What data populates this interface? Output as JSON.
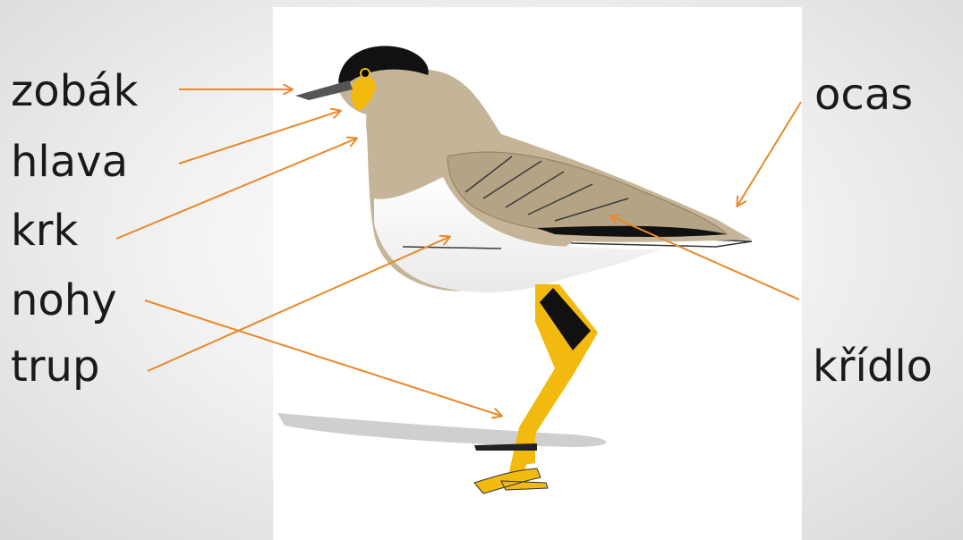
{
  "labels": {
    "zobak": "zobák",
    "hlava": "hlava",
    "krk": "krk",
    "nohy": "nohy",
    "trup": "trup",
    "ocas": "ocas",
    "kridlo": "křídlo"
  },
  "colors": {
    "arrow": "#e8892a",
    "body": "#c5b498",
    "wing": "#b5a385",
    "belly": "#ffffff",
    "leg": "#f2b90f",
    "cap": "#111111"
  }
}
